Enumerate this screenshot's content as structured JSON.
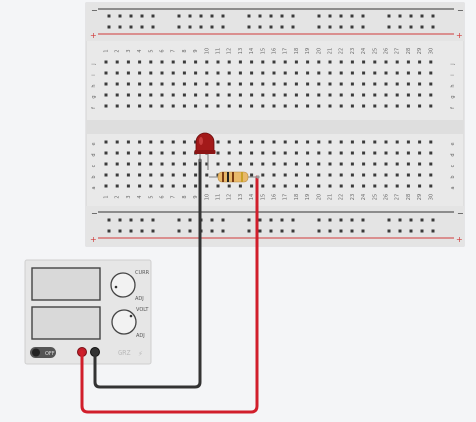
{
  "colors": {
    "background": "#f4f5f7",
    "breadboard": "#e9e9e9",
    "rail_red": "#d03a3a",
    "rail_black": "#333333",
    "wire_red": "#d11e2b",
    "wire_black": "#333333",
    "led_red": "#a31a1a",
    "resistor_body": "#e8b96b"
  },
  "breadboard": {
    "rail_minus": "−",
    "rail_plus": "+",
    "top_row_letters": [
      "j",
      "i",
      "h",
      "g",
      "f"
    ],
    "bottom_row_letters": [
      "e",
      "d",
      "c",
      "b",
      "a"
    ],
    "column_numbers": [
      "1",
      "2",
      "3",
      "4",
      "5",
      "6",
      "7",
      "8",
      "9",
      "10",
      "11",
      "12",
      "13",
      "14",
      "15",
      "16",
      "17",
      "18",
      "19",
      "20",
      "21",
      "22",
      "23",
      "24",
      "25",
      "26",
      "27",
      "28",
      "29",
      "30"
    ]
  },
  "components": {
    "led": {
      "icon": "led-icon",
      "color": "red"
    },
    "resistor": {
      "icon": "resistor-icon"
    }
  },
  "power_supply": {
    "knob_top_label_top": "CURR",
    "knob_top_label_bottom": "ADJ",
    "knob_bottom_label_top": "VOLT",
    "knob_bottom_label_bottom": "ADJ",
    "switch_label": "OFF",
    "brand": "GRZ"
  }
}
